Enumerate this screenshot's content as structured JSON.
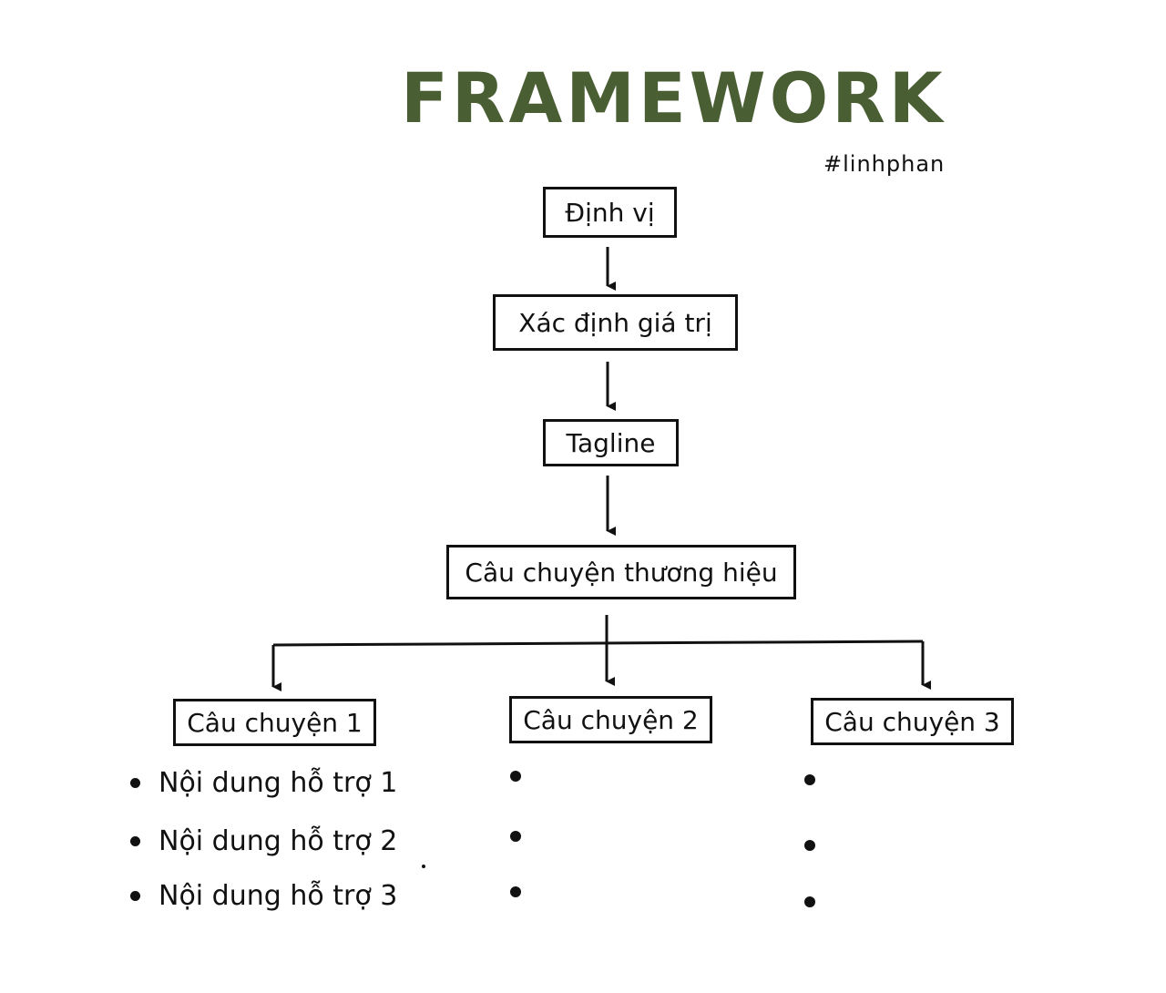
{
  "colors": {
    "title": "#4a5e34",
    "ink": "#111111",
    "background": "#ffffff"
  },
  "title": "FRAMEWORK",
  "hashtag": "#linhphan",
  "flow": {
    "positioning": "Định vị",
    "value": "Xác định giá trị",
    "tagline": "Tagline",
    "brand_story": "Câu chuyện thương hiệu"
  },
  "stories": [
    {
      "label": "Câu chuyện 1",
      "points": [
        "Nội dung hỗ trợ 1",
        "Nội dung hỗ trợ 2",
        "Nội dung hỗ trợ 3"
      ]
    },
    {
      "label": "Câu chuyện 2",
      "points": [
        "",
        "",
        ""
      ]
    },
    {
      "label": "Câu chuyện 3",
      "points": [
        "",
        "",
        ""
      ]
    }
  ]
}
